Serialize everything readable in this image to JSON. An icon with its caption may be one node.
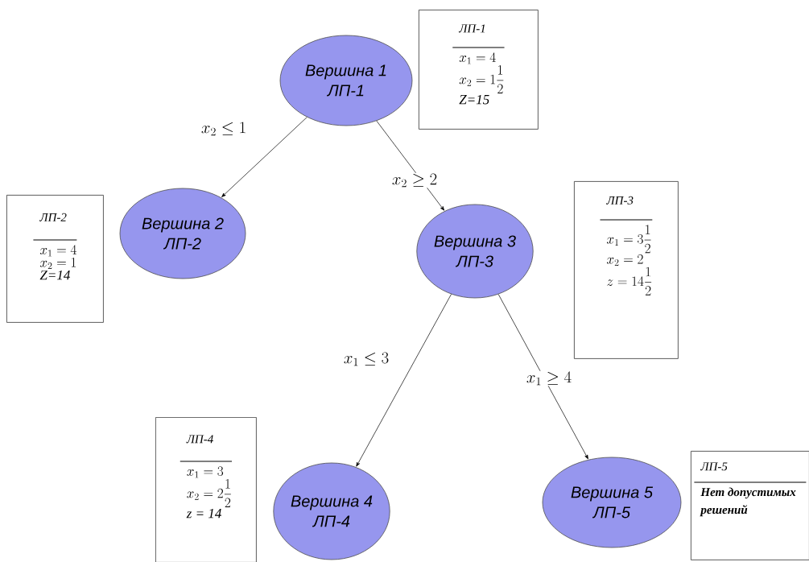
{
  "diagram": {
    "nodes": [
      {
        "text": [
          "Вершина 1",
          "ЛП-1"
        ]
      },
      {
        "text": [
          "ЛП-1",
          "x_1 = 4",
          "x_2 = 1\\frac{1}{2}",
          "Z=15"
        ]
      },
      {
        "text": [
          "ЛП-2",
          "x_1 = 4",
          "x_2 = 1",
          "Z=14"
        ]
      },
      {
        "text": [
          "Вершина 2",
          "ЛП-2"
        ]
      },
      {
        "text": [
          "Вершина 3",
          "ЛП-3"
        ]
      },
      {
        "text": [
          "ЛП-3",
          "x_1 = 3\\frac{1}{2}",
          "x_2 = 2",
          "z = 14\\frac{1}{2}"
        ]
      },
      {
        "text": [
          "ЛП-4",
          "x_1 = 3",
          "x_2 = 2\\frac{1}{2}",
          "z = 14"
        ]
      },
      {
        "text": [
          "Вершина 4",
          "ЛП-4"
        ]
      },
      {
        "text": [
          "Вершина 5",
          "ЛП-5"
        ]
      },
      {
        "text": [
          "ЛП-5",
          "Нет допустимых решений"
        ]
      }
    ],
    "edges": [
      {
        "from": 0,
        "to": 3,
        "arrow": "to",
        "label": "x_2 \\leq 1"
      },
      {
        "from": 0,
        "to": 4,
        "arrow": "to",
        "label": "x_2 \\geq 2"
      },
      {
        "from": 4,
        "to": 7,
        "arrow": "to",
        "label": "x_1 \\leq 3"
      },
      {
        "from": 4,
        "to": 8,
        "arrow": "to",
        "label": "x_1 \\geq 4"
      }
    ]
  }
}
